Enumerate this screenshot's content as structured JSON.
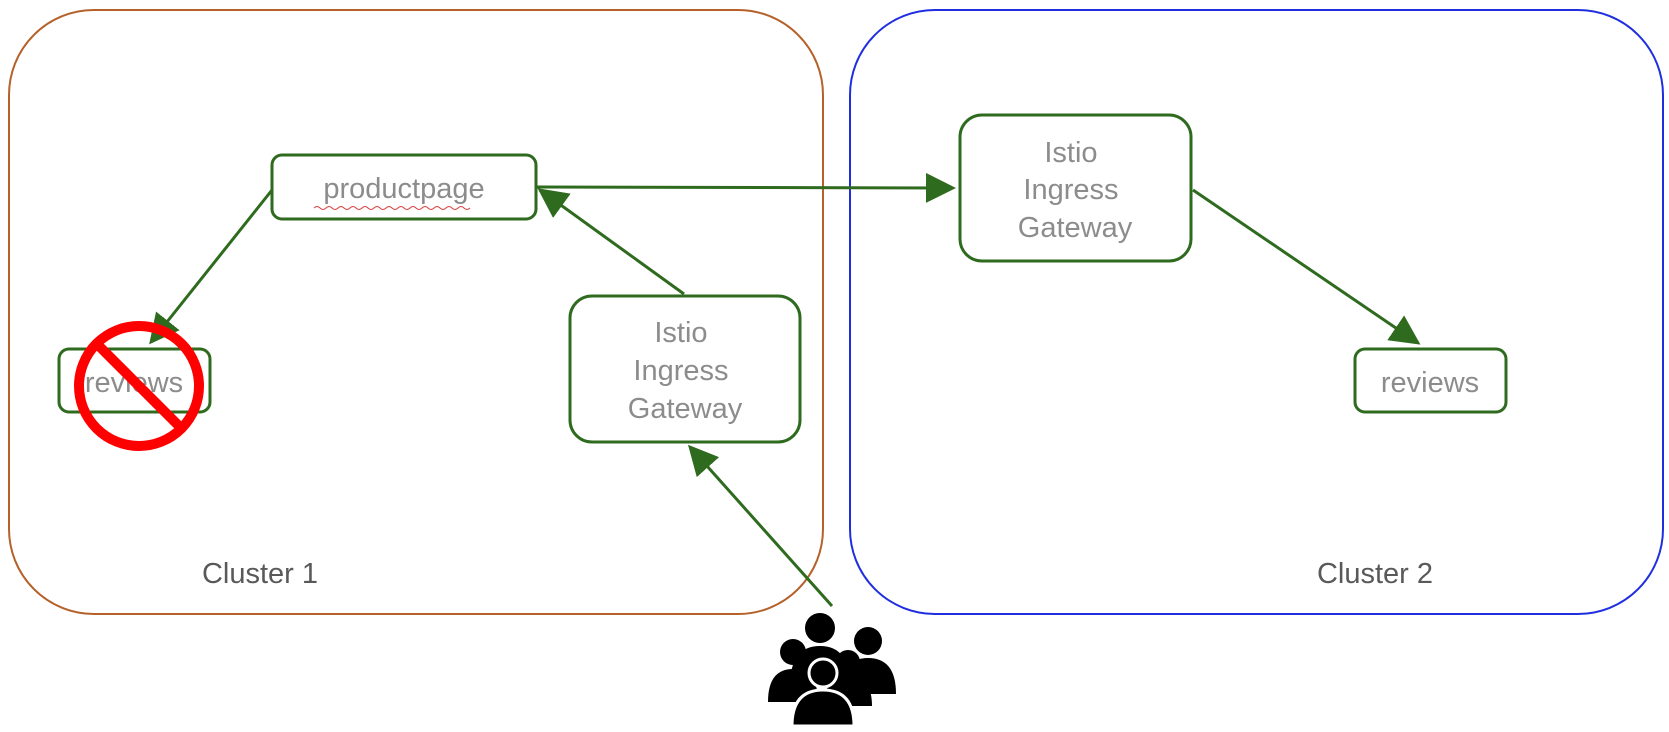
{
  "clusters": {
    "cluster1": {
      "label": "Cluster 1",
      "color": "#b5622a"
    },
    "cluster2": {
      "label": "Cluster 2",
      "color": "#1f2fe0"
    }
  },
  "nodes": {
    "productpage": {
      "label": "productpage"
    },
    "reviews_cluster1": {
      "label": "reviews",
      "status": "unavailable"
    },
    "ingress_cluster1": {
      "lines": [
        "Istio",
        "Ingress",
        "Gateway"
      ]
    },
    "ingress_cluster2": {
      "lines": [
        "Istio",
        "Ingress",
        "Gateway"
      ]
    },
    "reviews_cluster2": {
      "label": "reviews"
    }
  },
  "edges": [
    {
      "from": "users",
      "to": "ingress_cluster1"
    },
    {
      "from": "ingress_cluster1",
      "to": "productpage"
    },
    {
      "from": "productpage",
      "to": "reviews_cluster1"
    },
    {
      "from": "productpage",
      "to": "ingress_cluster2"
    },
    {
      "from": "ingress_cluster2",
      "to": "reviews_cluster2"
    }
  ],
  "colors": {
    "node_border": "#2e6b1f",
    "edge": "#2e6b1f",
    "prohibited": "#ff0000",
    "node_text": "#8c8c8c"
  },
  "icons": {
    "users": "users-group-icon",
    "prohibited": "prohibited-icon"
  }
}
